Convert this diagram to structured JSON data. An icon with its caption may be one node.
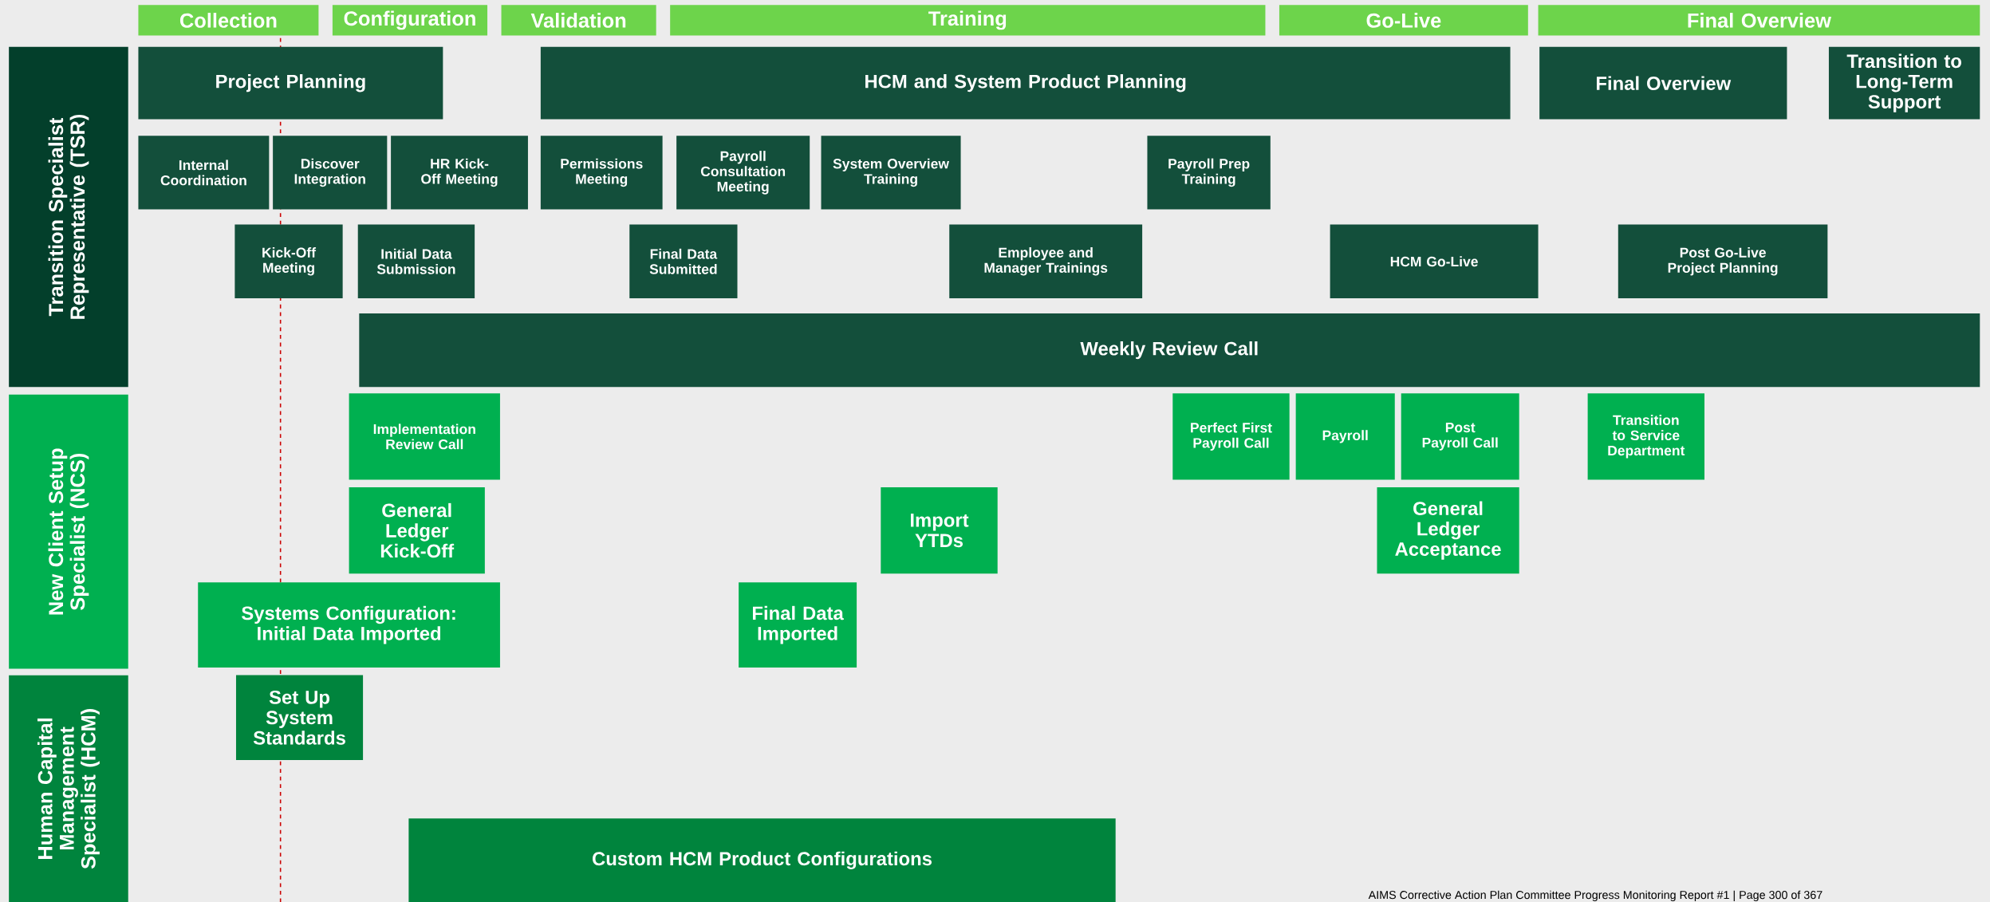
{
  "diagram": {
    "nodes": [
      {
        "text": [
          "Collection"
        ]
      },
      {
        "text": [
          "Configuration"
        ]
      },
      {
        "text": [
          "Validation"
        ]
      },
      {
        "text": [
          "Training"
        ]
      },
      {
        "text": [
          "Go-Live"
        ]
      },
      {
        "text": [
          "Final Overview"
        ]
      },
      {
        "text": [
          "Transition Specialist Representative (TSR)"
        ]
      },
      {
        "text": [
          "New Client Setup Specialist (NCS)"
        ]
      },
      {
        "text": [
          "Human Capital Management Specialist (HCM)"
        ]
      },
      {
        "text": [
          "Project Planning"
        ]
      },
      {
        "text": [
          "HCM and System Product Planning"
        ]
      },
      {
        "text": [
          "Final Overview"
        ]
      },
      {
        "text": [
          "Transition to Long-Term Support"
        ]
      },
      {
        "text": [
          "Internal Coordination"
        ]
      },
      {
        "text": [
          "Discover Integration"
        ]
      },
      {
        "text": [
          "HR Kick-Off Meeting"
        ]
      },
      {
        "text": [
          "Permissions Meeting"
        ]
      },
      {
        "text": [
          "Payroll Consultation Meeting"
        ]
      },
      {
        "text": [
          "System Overview Training"
        ]
      },
      {
        "text": [
          "Payroll Prep Training"
        ]
      },
      {
        "text": [
          "Kick-Off Meeting"
        ]
      },
      {
        "text": [
          "Initial Data Submission"
        ]
      },
      {
        "text": [
          "Final Data Submitted"
        ]
      },
      {
        "text": [
          "Employee and Manager Trainings"
        ]
      },
      {
        "text": [
          "HCM Go-Live"
        ]
      },
      {
        "text": [
          "Post Go-Live Project Planning"
        ]
      },
      {
        "text": [
          "Weekly Review Call"
        ]
      },
      {
        "text": [
          "Implementation Review Call"
        ]
      },
      {
        "text": [
          "Perfect First Payroll Call"
        ]
      },
      {
        "text": [
          "Payroll"
        ]
      },
      {
        "text": [
          "Post Payroll Call"
        ]
      },
      {
        "text": [
          "Transition to Service Department"
        ]
      },
      {
        "text": [
          "General Ledger Kick-Off"
        ]
      },
      {
        "text": [
          "Import YTDs"
        ]
      },
      {
        "text": [
          "General Ledger Acceptance"
        ]
      },
      {
        "text": [
          "Systems Configuration: Initial Data Imported"
        ]
      },
      {
        "text": [
          "Final Data Imported"
        ]
      },
      {
        "text": [
          "Set Up System Standards"
        ]
      },
      {
        "text": [
          "Custom HCM Product Configurations"
        ]
      }
    ],
    "labels": [
      "AIMS Corrective Action Plan Committee Progress Monitoring Report #1 | Page 300 of 367"
    ]
  }
}
